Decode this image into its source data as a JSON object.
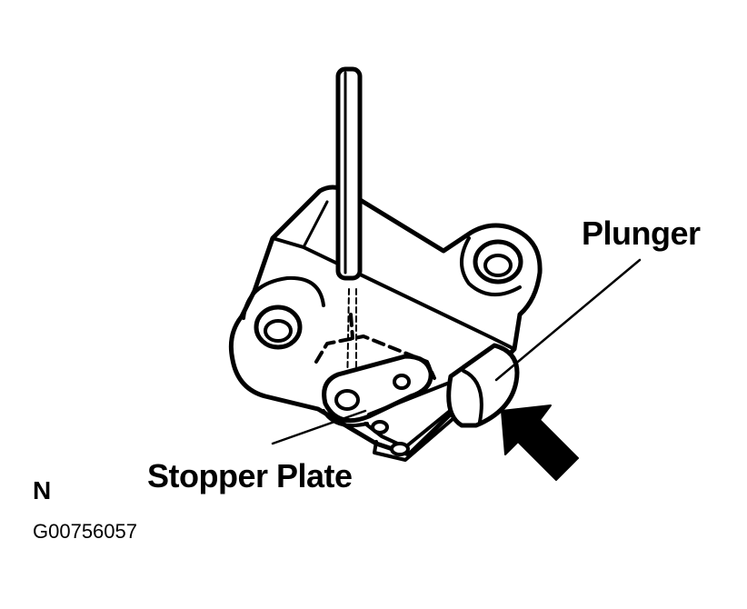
{
  "labels": {
    "plunger": "Plunger",
    "stopper_plate": "Stopper Plate",
    "view_letter": "N",
    "figure_code": "G00756057"
  },
  "icons": {
    "tool": "hex-wrench-icon",
    "arrow": "push-arrow-icon"
  },
  "colors": {
    "line": "#000000",
    "background": "#ffffff"
  }
}
